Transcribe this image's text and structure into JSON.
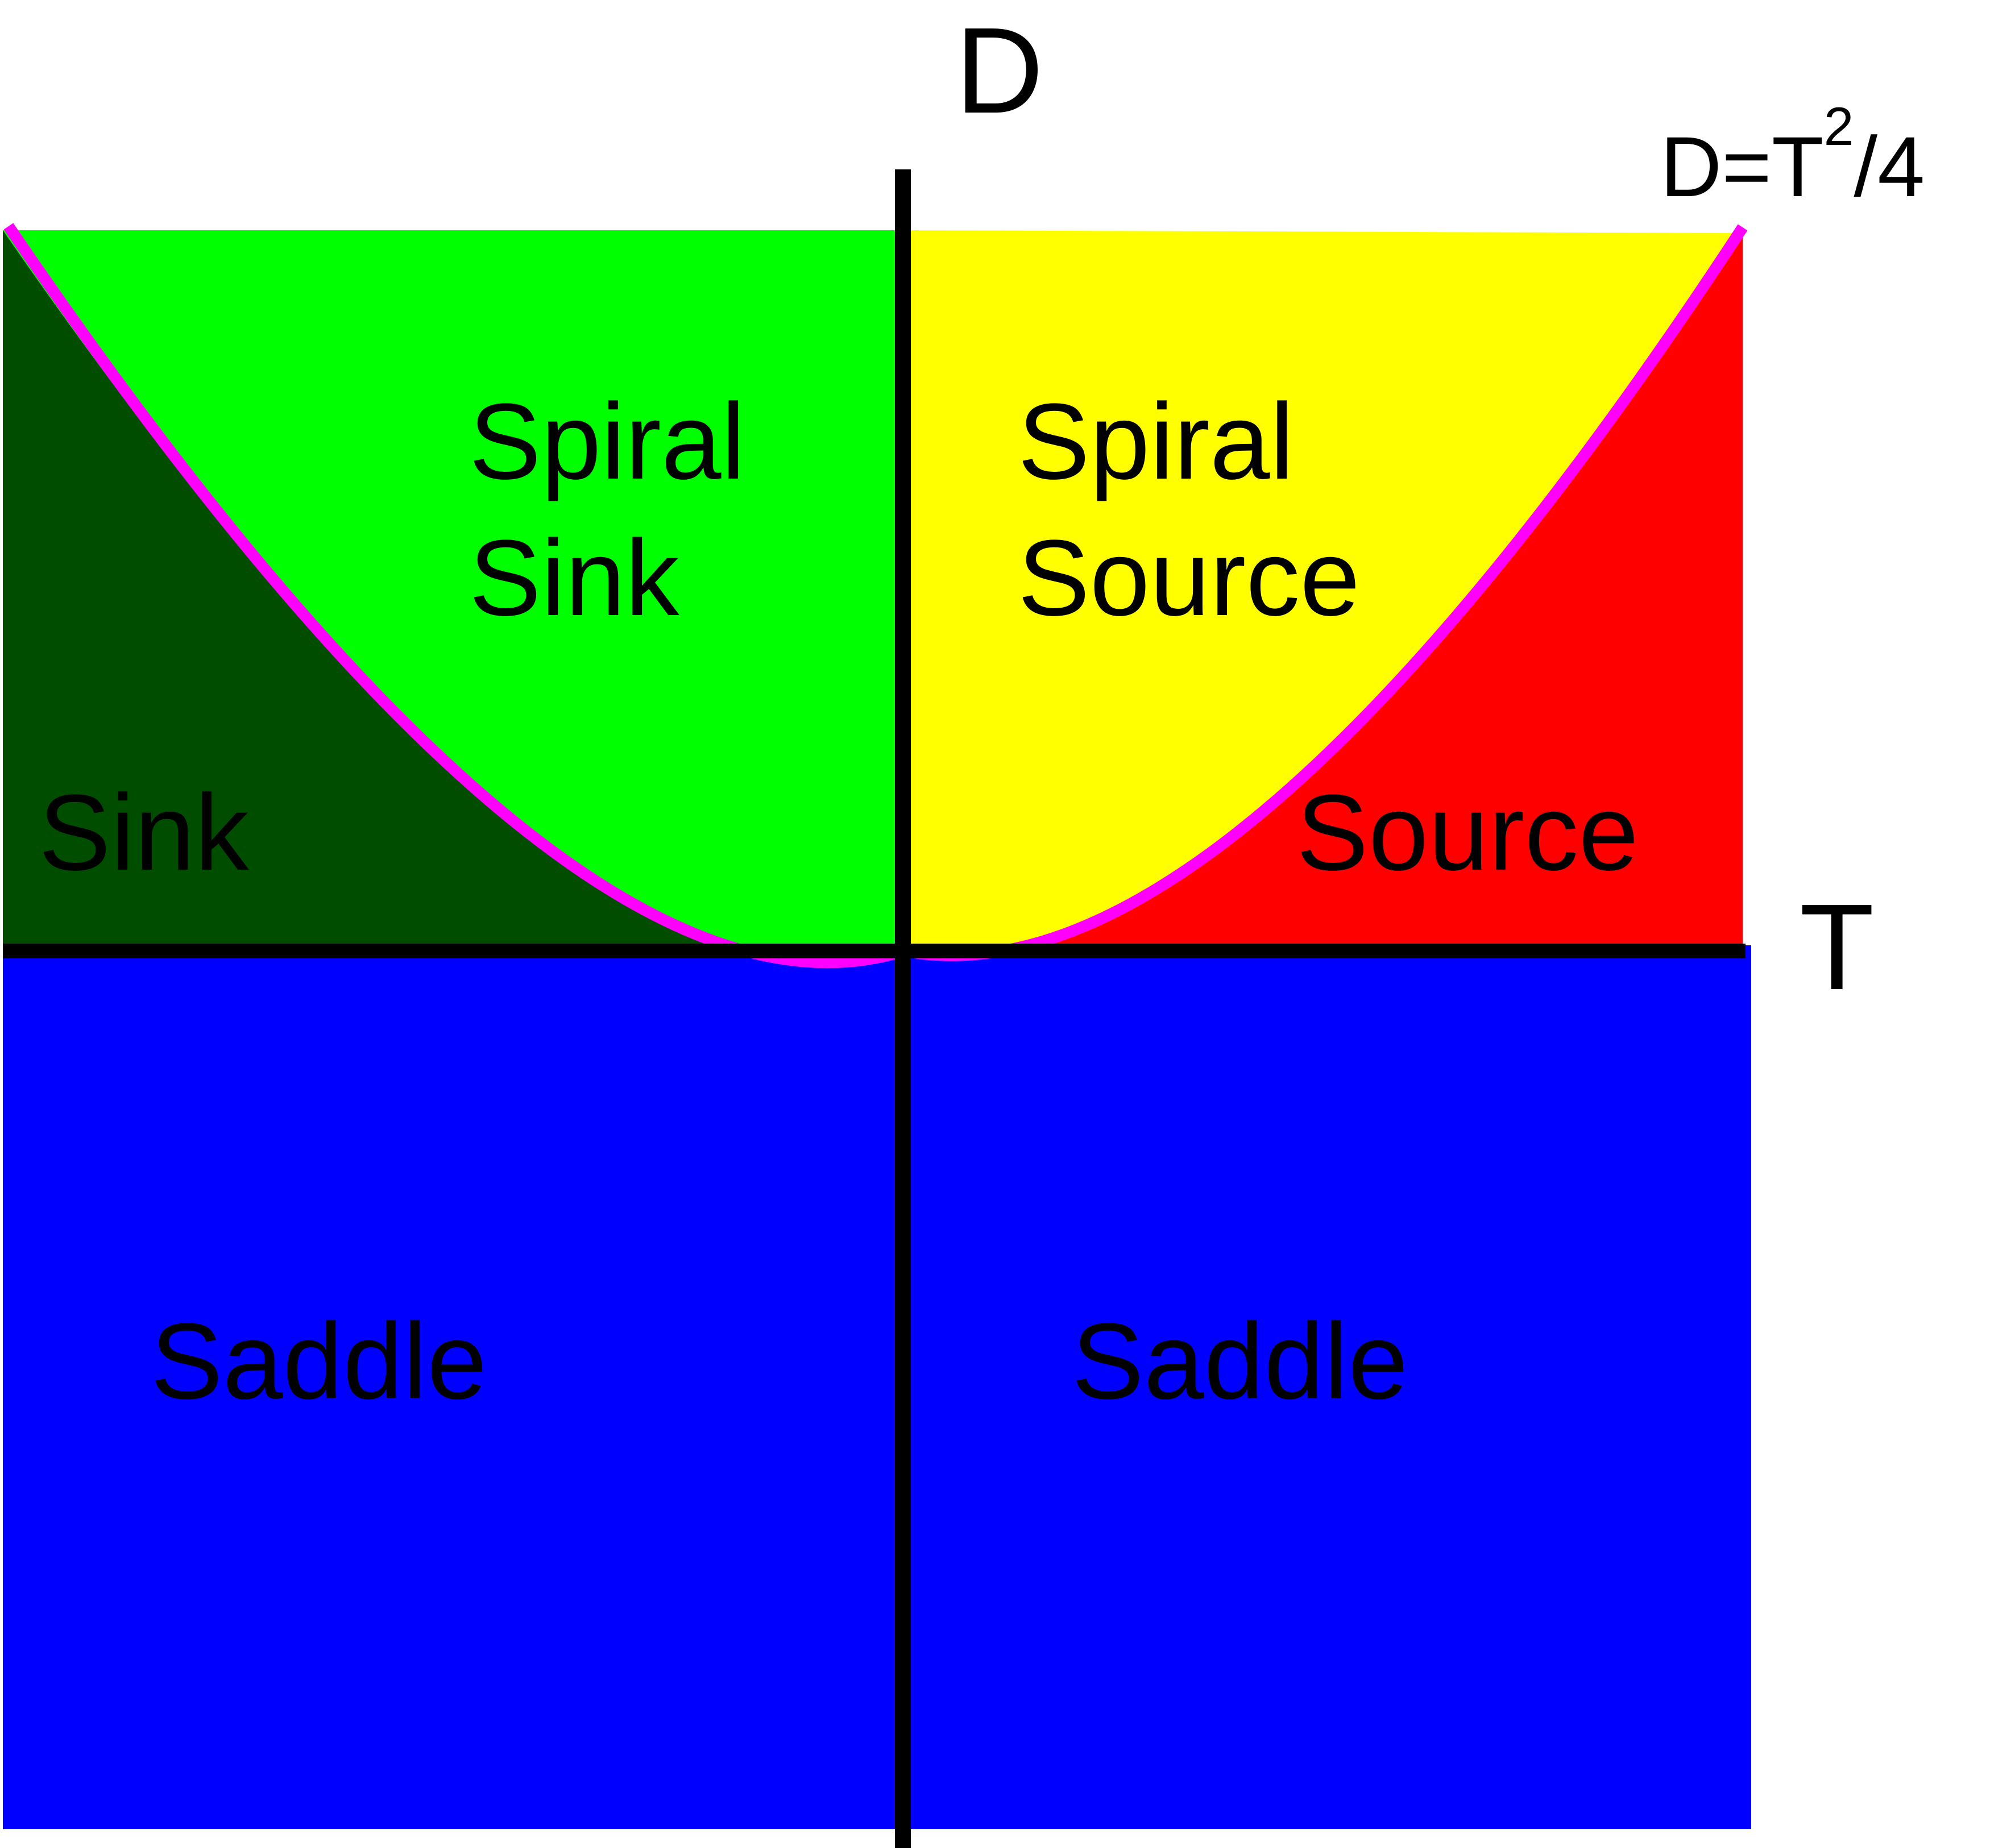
{
  "axes": {
    "vertical_label": "D",
    "horizontal_label": "T"
  },
  "curve": {
    "label_base": "D=T",
    "label_exponent": "2",
    "label_tail": "/4",
    "equation": "D = T^2 / 4",
    "color": "#ff00ff"
  },
  "regions": {
    "spiral_sink": {
      "line1": "Spiral",
      "line2": "Sink",
      "color": "#00ff00"
    },
    "spiral_source": {
      "line1": "Spiral",
      "line2": "Source",
      "color": "#ffff00"
    },
    "sink": {
      "label": "Sink",
      "color": "#004d00"
    },
    "source": {
      "label": "Source",
      "color": "#ff0000"
    },
    "saddle_left": {
      "label": "Saddle",
      "color": "#0000ff"
    },
    "saddle_right": {
      "label": "Saddle",
      "color": "#0000ff"
    }
  }
}
